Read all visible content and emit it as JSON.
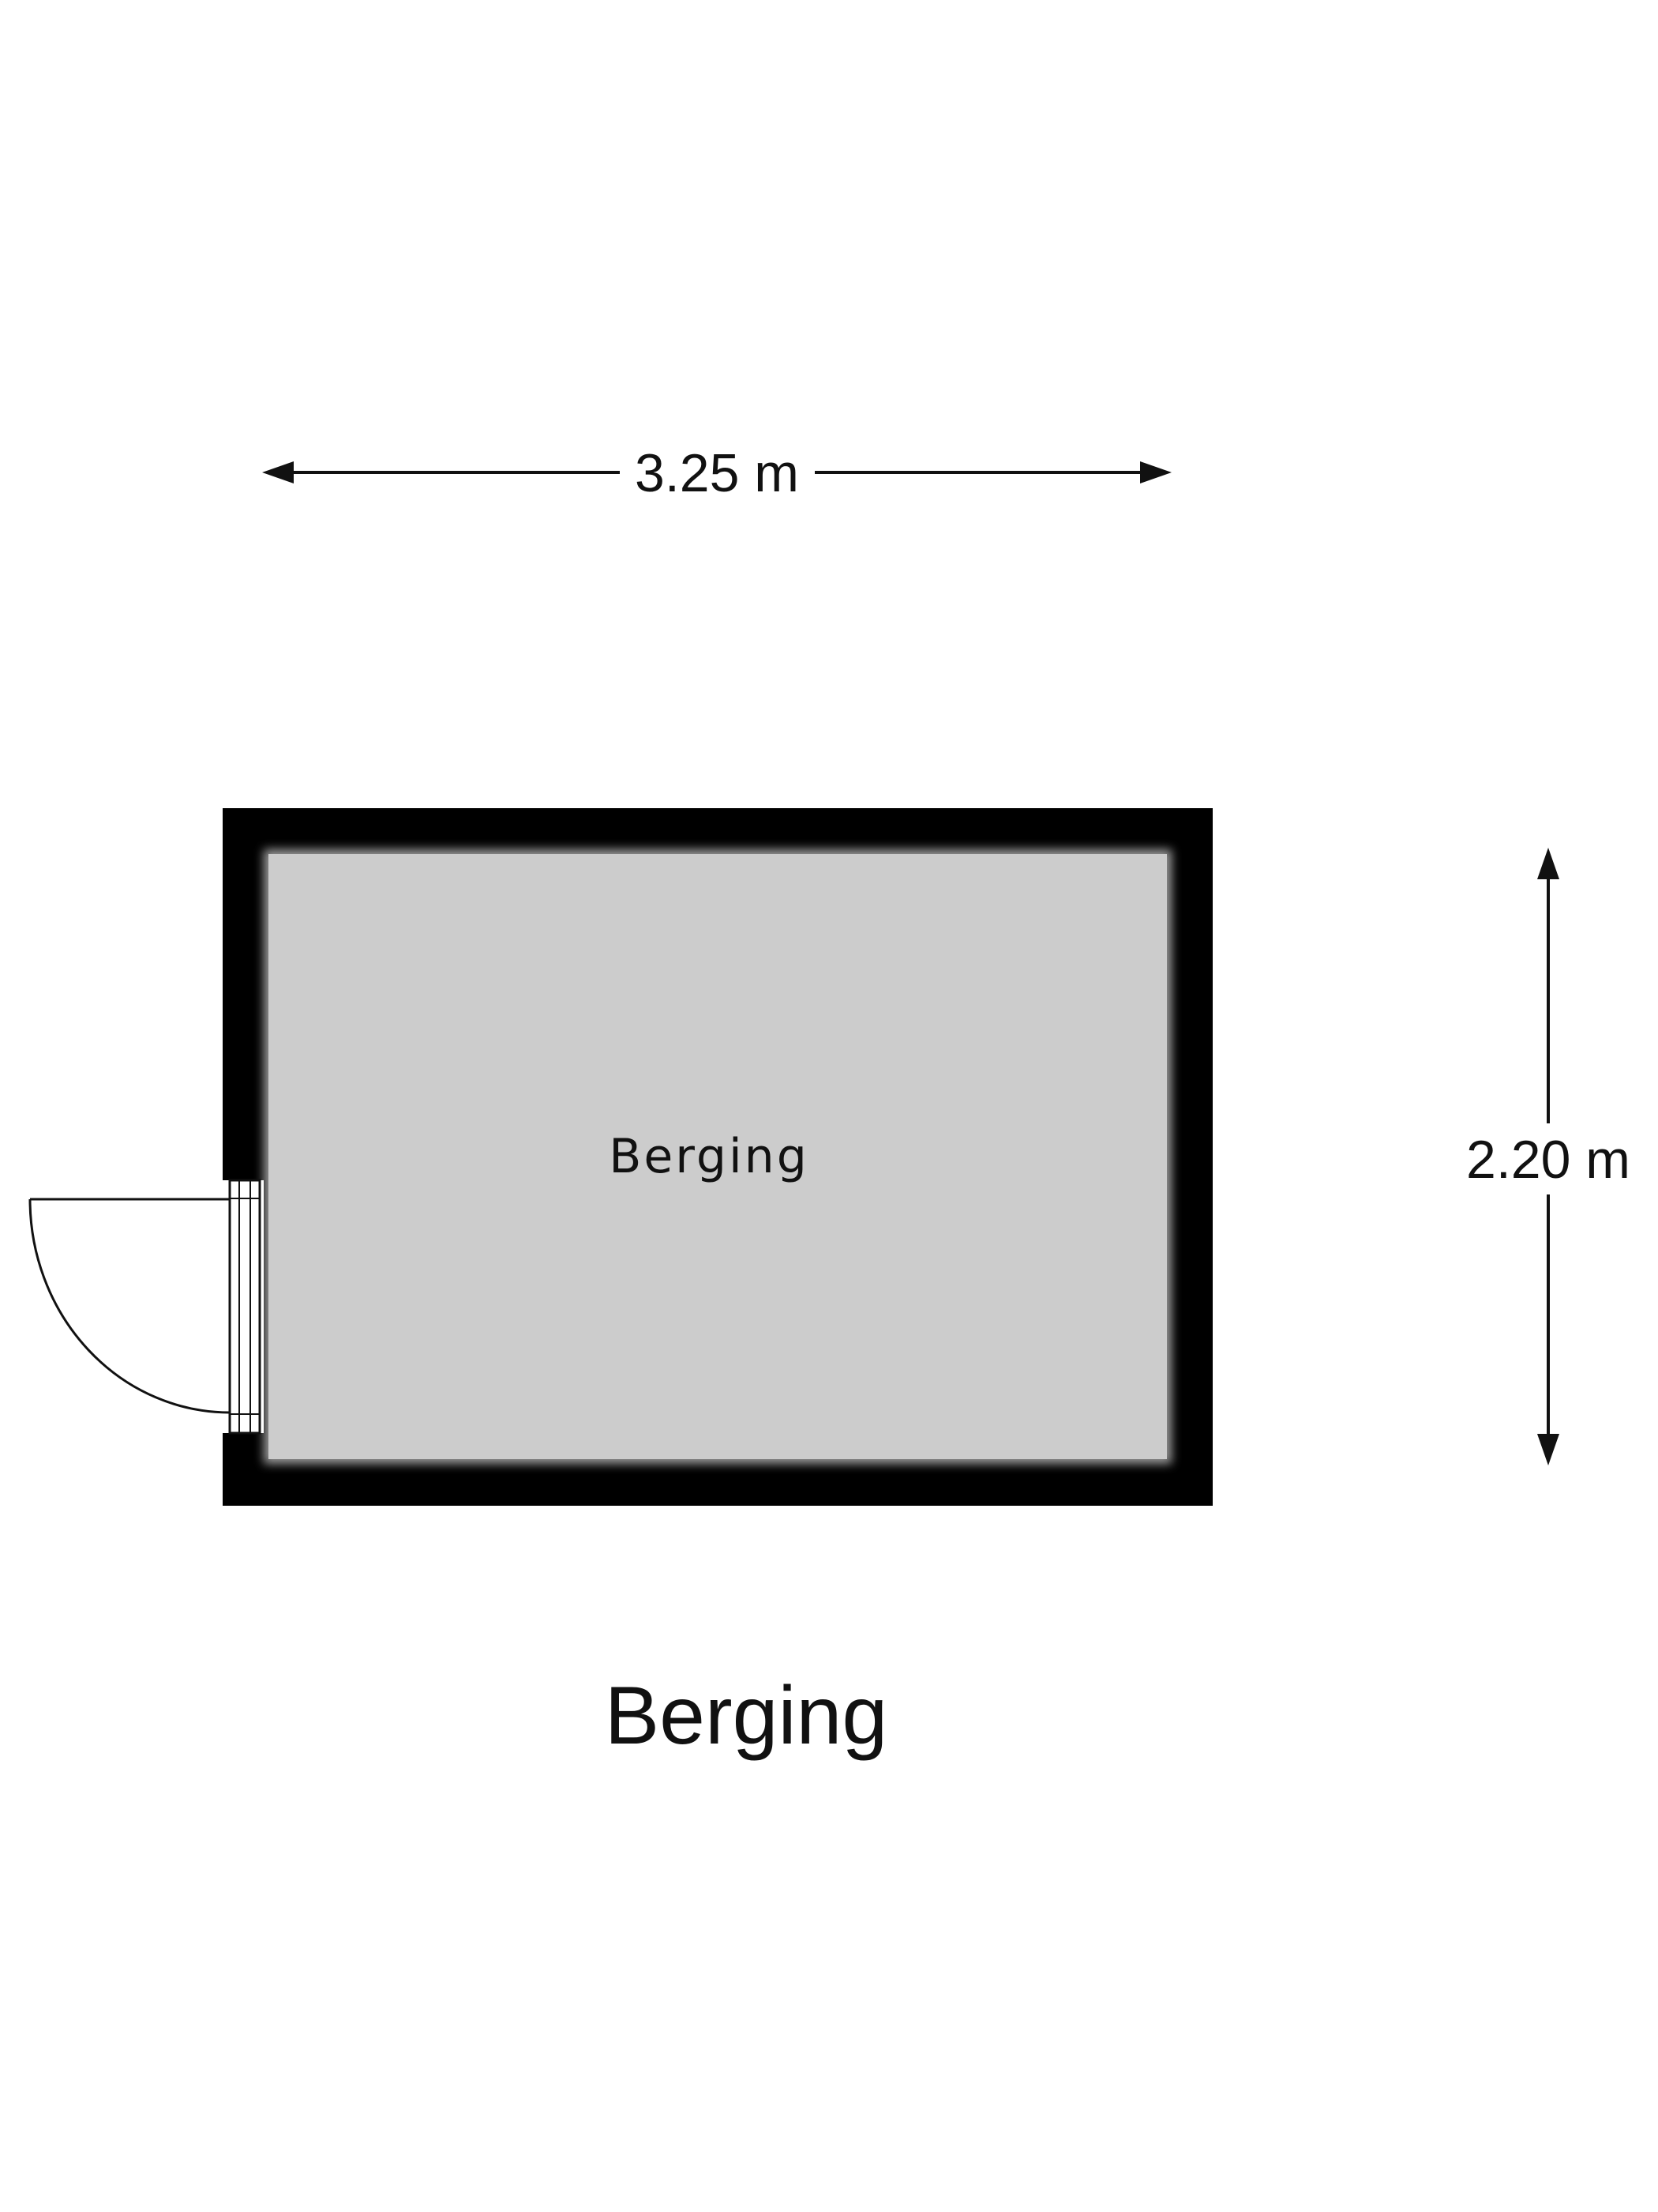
{
  "floorplan": {
    "room_label": "Berging",
    "width_label": "3.25 m",
    "height_label": "2.20 m",
    "title": "Berging"
  },
  "colors": {
    "wall": "#000000",
    "floor": "#cccccc",
    "line": "#111111",
    "background": "#ffffff"
  }
}
